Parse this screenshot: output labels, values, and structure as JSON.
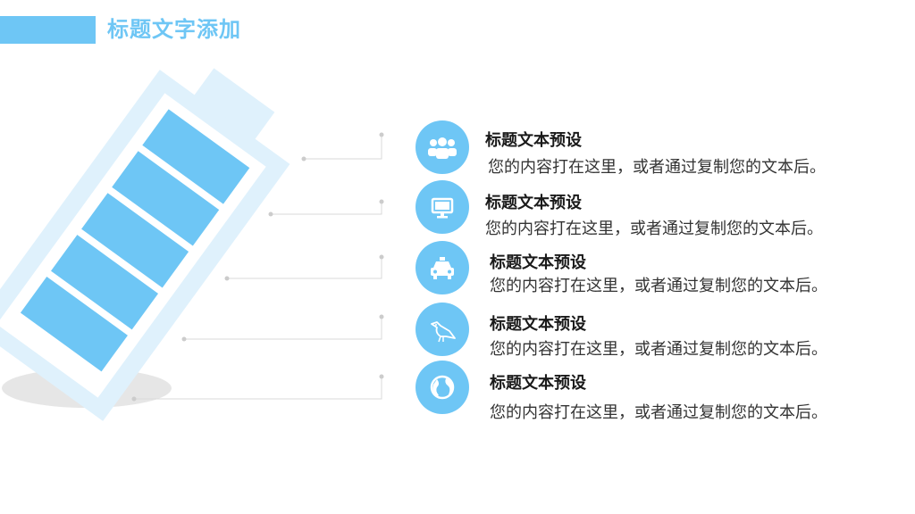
{
  "header": {
    "title": "标题文字添加"
  },
  "items": [
    {
      "icon": "people-icon",
      "title": "标题文本预设",
      "desc": "您的内容打在这里，或者通过复制您的文本后。"
    },
    {
      "icon": "monitor-icon",
      "title": "标题文本预设",
      "desc": "您的内容打在这里，或者通过复制您的文本后。"
    },
    {
      "icon": "taxi-icon",
      "title": "标题文本预设",
      "desc": "您的内容打在这里，或者通过复制您的文本后。"
    },
    {
      "icon": "bird-icon",
      "title": "标题文本预设",
      "desc": "您的内容打在这里，或者通过复制您的文本后。"
    },
    {
      "icon": "globe-icon",
      "title": "标题文本预设",
      "desc": "您的内容打在这里，或者通过复制您的文本后。"
    }
  ],
  "colors": {
    "accent": "#6ec6f5",
    "accent_light": "#dff1fc",
    "line": "#d9d9d9"
  }
}
